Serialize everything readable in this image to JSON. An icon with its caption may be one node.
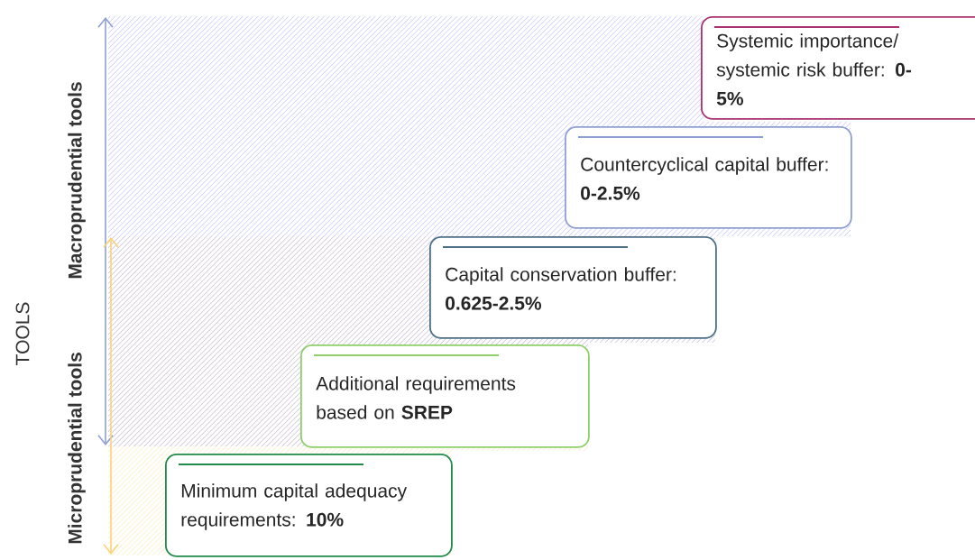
{
  "diagram": {
    "nodes": [
      {
        "text": [
          "Systemic importance/ systemic risk buffer:  **0-5%**"
        ]
      },
      {
        "text": [
          "Countercyclical capital buffer: **0-2.5%**"
        ]
      },
      {
        "text": [
          "Capital conservation buffer:  **0.625-2.5%**"
        ]
      },
      {
        "text": [
          "Additional requirements based on  **SREP**"
        ]
      },
      {
        "text": [
          "Minimum capital adequacy requirements:  **10%**"
        ]
      }
    ],
    "labels": [
      "Macroprudential tools",
      "TOOLS",
      "Microprudential tools"
    ]
  }
}
